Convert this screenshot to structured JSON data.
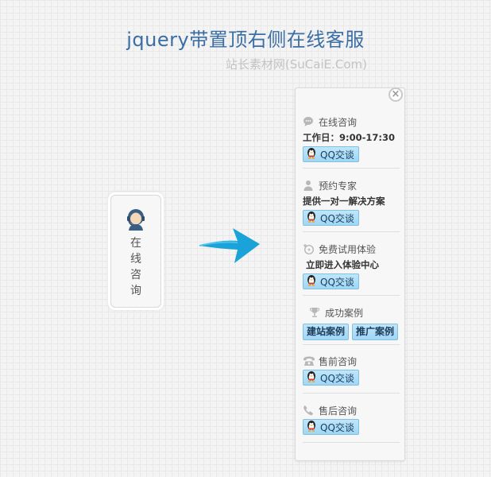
{
  "header": {
    "title": "jquery带置顶右侧在线客服",
    "subtitle": "站长素材网(SuCaiE.Com)"
  },
  "mini_widget": {
    "label": "在线咨询",
    "icon": "service-avatar-icon"
  },
  "panel": {
    "close_label": "×",
    "sections": [
      {
        "title": "在线咨询",
        "icon": "chat-bubble-icon",
        "info": "工作日：9:00-17:30",
        "button": "QQ交谈"
      },
      {
        "title": "预约专家",
        "icon": "expert-person-icon",
        "info": "提供一对一解决方案",
        "button": "QQ交谈"
      },
      {
        "title": "免费试用体验",
        "icon": "trial-plus-icon",
        "info": "立即进入体验中心",
        "button": "QQ交谈"
      },
      {
        "title": "成功案例",
        "icon": "trophy-icon",
        "buttons": [
          "建站案例",
          "推广案例"
        ]
      },
      {
        "title": "售前咨询",
        "icon": "telephone-icon",
        "button": "QQ交谈"
      },
      {
        "title": "售后咨询",
        "icon": "phone-handset-icon",
        "button": "QQ交谈"
      }
    ]
  },
  "colors": {
    "title": "#3a6ea5",
    "subtitle": "#c3c3c3",
    "button_bg": "#9fd7f6",
    "arrow": "#1aa3d8"
  }
}
